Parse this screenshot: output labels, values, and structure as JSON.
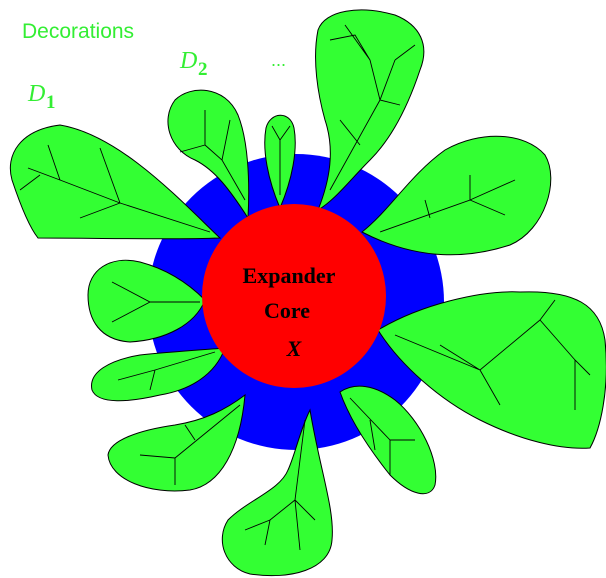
{
  "title": "Decorations",
  "labels": {
    "d1": {
      "letter": "D",
      "sub": "1"
    },
    "d2": {
      "letter": "D",
      "sub": "2"
    },
    "ellipsis": "..."
  },
  "core": {
    "line1": "Expander",
    "line2": "Core",
    "symbol": "X"
  },
  "colors": {
    "leaf": "#33ff33",
    "ring": "#0000ff",
    "core": "#ff0000",
    "label": "#33ee33"
  }
}
